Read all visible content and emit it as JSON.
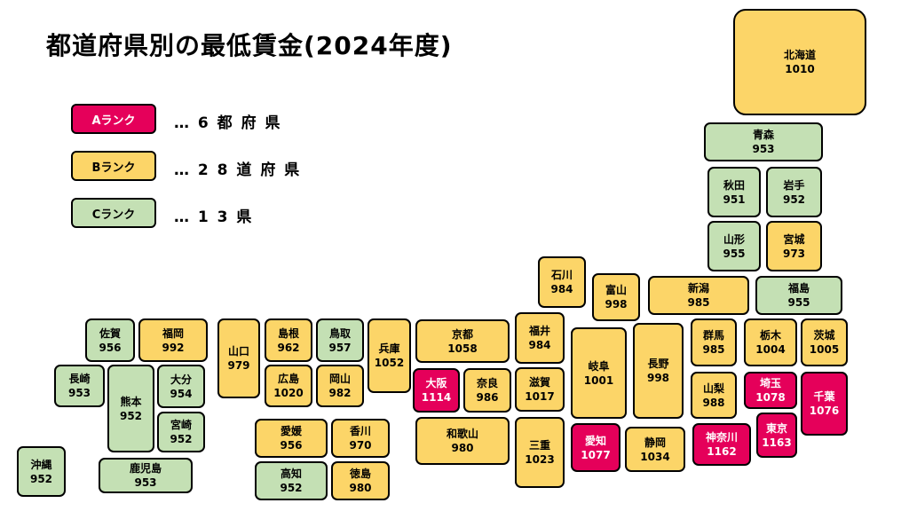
{
  "title": "都道府県別の最低賃金(2024年度)",
  "colors": {
    "A": "#e5005a",
    "B": "#fcd568",
    "C": "#c4e0b4"
  },
  "legend": [
    {
      "rank": "A",
      "label": "Aランク",
      "desc": "… 6 都 府 県"
    },
    {
      "rank": "B",
      "label": "Bランク",
      "desc": "… 2 8 道 府 県"
    },
    {
      "rank": "C",
      "label": "Cランク",
      "desc": "… 1 3 県"
    }
  ],
  "prefectures": [
    {
      "name": "北海道",
      "wage": "1010",
      "rank": "B"
    },
    {
      "name": "青森",
      "wage": "953",
      "rank": "C"
    },
    {
      "name": "秋田",
      "wage": "951",
      "rank": "C"
    },
    {
      "name": "岩手",
      "wage": "952",
      "rank": "C"
    },
    {
      "name": "山形",
      "wage": "955",
      "rank": "C"
    },
    {
      "name": "宮城",
      "wage": "973",
      "rank": "B"
    },
    {
      "name": "石川",
      "wage": "984",
      "rank": "B"
    },
    {
      "name": "富山",
      "wage": "998",
      "rank": "B"
    },
    {
      "name": "新潟",
      "wage": "985",
      "rank": "B"
    },
    {
      "name": "福島",
      "wage": "955",
      "rank": "C"
    },
    {
      "name": "佐賀",
      "wage": "956",
      "rank": "C"
    },
    {
      "name": "福岡",
      "wage": "992",
      "rank": "B"
    },
    {
      "name": "島根",
      "wage": "962",
      "rank": "B"
    },
    {
      "name": "鳥取",
      "wage": "957",
      "rank": "C"
    },
    {
      "name": "京都",
      "wage": "1058",
      "rank": "B"
    },
    {
      "name": "福井",
      "wage": "984",
      "rank": "B"
    },
    {
      "name": "群馬",
      "wage": "985",
      "rank": "B"
    },
    {
      "name": "栃木",
      "wage": "1004",
      "rank": "B"
    },
    {
      "name": "茨城",
      "wage": "1005",
      "rank": "B"
    },
    {
      "name": "山口",
      "wage": "979",
      "rank": "B"
    },
    {
      "name": "兵庫",
      "wage": "1052",
      "rank": "B"
    },
    {
      "name": "岐阜",
      "wage": "1001",
      "rank": "B"
    },
    {
      "name": "長野",
      "wage": "998",
      "rank": "B"
    },
    {
      "name": "長崎",
      "wage": "953",
      "rank": "C"
    },
    {
      "name": "熊本",
      "wage": "952",
      "rank": "C"
    },
    {
      "name": "大分",
      "wage": "954",
      "rank": "C"
    },
    {
      "name": "広島",
      "wage": "1020",
      "rank": "B"
    },
    {
      "name": "岡山",
      "wage": "982",
      "rank": "B"
    },
    {
      "name": "大阪",
      "wage": "1114",
      "rank": "A"
    },
    {
      "name": "奈良",
      "wage": "986",
      "rank": "B"
    },
    {
      "name": "滋賀",
      "wage": "1017",
      "rank": "B"
    },
    {
      "name": "山梨",
      "wage": "988",
      "rank": "B"
    },
    {
      "name": "埼玉",
      "wage": "1078",
      "rank": "A"
    },
    {
      "name": "千葉",
      "wage": "1076",
      "rank": "A"
    },
    {
      "name": "宮崎",
      "wage": "952",
      "rank": "C"
    },
    {
      "name": "愛媛",
      "wage": "956",
      "rank": "B"
    },
    {
      "name": "香川",
      "wage": "970",
      "rank": "B"
    },
    {
      "name": "和歌山",
      "wage": "980",
      "rank": "B"
    },
    {
      "name": "三重",
      "wage": "1023",
      "rank": "B"
    },
    {
      "name": "愛知",
      "wage": "1077",
      "rank": "A"
    },
    {
      "name": "静岡",
      "wage": "1034",
      "rank": "B"
    },
    {
      "name": "神奈川",
      "wage": "1162",
      "rank": "A"
    },
    {
      "name": "東京",
      "wage": "1163",
      "rank": "A"
    },
    {
      "name": "沖縄",
      "wage": "952",
      "rank": "C"
    },
    {
      "name": "鹿児島",
      "wage": "953",
      "rank": "C"
    },
    {
      "name": "高知",
      "wage": "952",
      "rank": "C"
    },
    {
      "name": "徳島",
      "wage": "980",
      "rank": "B"
    }
  ]
}
